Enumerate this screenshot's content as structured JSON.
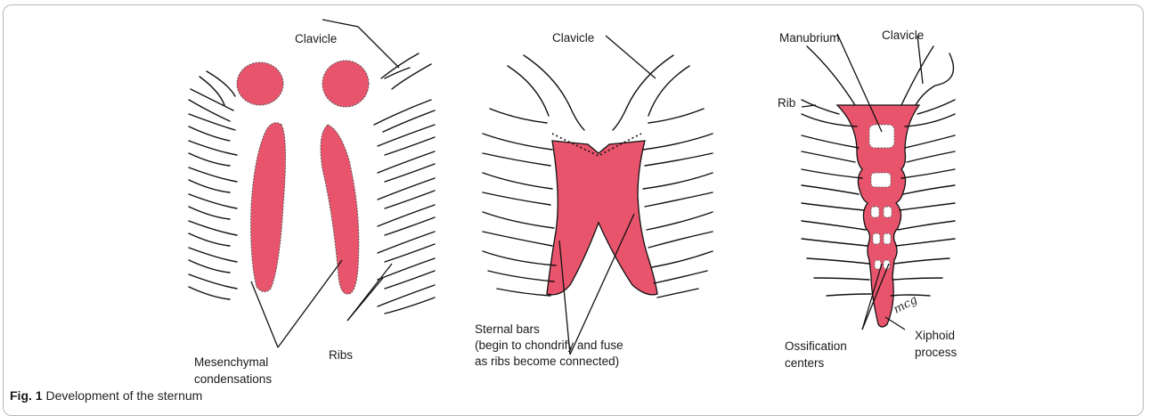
{
  "figure": {
    "caption_label": "Fig. 1",
    "caption_text": "Development of the sternum",
    "colors": {
      "cartilage_pink": "#e8546c",
      "outline": "#111111",
      "frame": "#b9b9b9"
    }
  },
  "panel1": {
    "clavicle": "Clavicle",
    "mesenchymal_1": "Mesenchymal",
    "mesenchymal_2": "condensations",
    "ribs": "Ribs"
  },
  "panel2": {
    "clavicle": "Clavicle",
    "sternal_1": "Sternal bars",
    "sternal_2": "(begin to chondrify and fuse",
    "sternal_3": "as ribs become connected)"
  },
  "panel3": {
    "manubrium": "Manubrium",
    "clavicle": "Clavicle",
    "rib": "Rib",
    "ossification_1": "Ossification",
    "ossification_2": "centers",
    "xiphoid_1": "Xiphoid",
    "xiphoid_2": "process",
    "signature": "mcg"
  }
}
